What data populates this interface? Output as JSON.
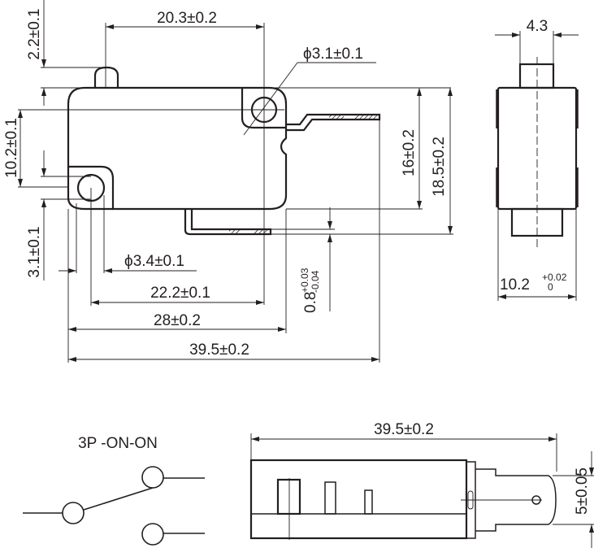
{
  "title": "Micro switch dimension drawing",
  "colors": {
    "line": "#231f20",
    "background": "#ffffff"
  },
  "front_view": {
    "dims": {
      "actuator_spacing": "20.3±0.2",
      "actuator_height": "2.2±0.1",
      "mount_hole_top": "ϕ3.1±0.1",
      "hole_vertical_offset": "10.2±0.1",
      "hole_to_bottom": "3.1±0.1",
      "mount_hole_bottom": "ϕ3.4±0.1",
      "hole_spacing": "22.2±0.1",
      "body_length": "28±0.2",
      "overall_length": "39.5±0.2",
      "body_height": "16±0.2",
      "overall_height": "18.5±0.2",
      "terminal_thickness": "0.8",
      "terminal_thickness_tol_plus": "+0.03",
      "terminal_thickness_tol_minus": "-0.04"
    }
  },
  "side_view": {
    "dims": {
      "plunger_width": "4.3",
      "body_width": "10.2",
      "body_width_tol_plus": "+0.02",
      "body_width_tol_minus": "0"
    }
  },
  "schematic": {
    "label": "3P -ON-ON"
  },
  "bottom_view": {
    "dims": {
      "overall_length": "39.5±0.2",
      "terminal_width": "5±0.05"
    }
  }
}
